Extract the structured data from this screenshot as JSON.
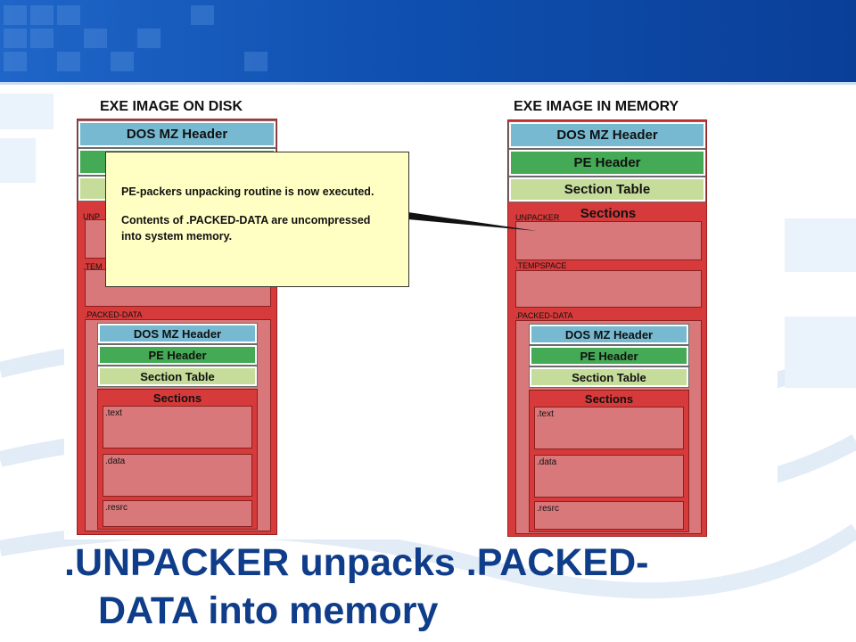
{
  "slide": {
    "title_line1": ".UNPACKER unpacks .PACKED-",
    "title_line2": "DATA into memory"
  },
  "colors": {
    "banner": "#0f50b0",
    "title": "#0f3d8a",
    "container_red": "#d63a3a",
    "box_pink": "#d9787a",
    "dos_header": "#76b9d1",
    "pe_header": "#44aa55",
    "section_table": "#c6dc9a",
    "callout_bg": "#ffffc4"
  },
  "disk": {
    "title": "EXE IMAGE ON DISK",
    "dos_header": "DOS MZ Header",
    "unpacker_label": "UNP",
    "tempspace_label": ".TEM",
    "packed_label": ".PACKED-DATA",
    "packed": {
      "dos_header": "DOS MZ Header",
      "pe_header": "PE Header",
      "section_table": "Section Table",
      "sections": "Sections",
      "text": ".text",
      "data": ".data",
      "resrc": ".resrc"
    }
  },
  "memory": {
    "title": "EXE IMAGE IN MEMORY",
    "dos_header": "DOS MZ Header",
    "pe_header": "PE Header",
    "section_table": "Section Table",
    "sections": "Sections",
    "unpacker_label": "UNPACKER",
    "tempspace_label": ".TEMPSPACE",
    "packed_label": ".PACKED-DATA",
    "packed": {
      "dos_header": "DOS MZ Header",
      "pe_header": "PE Header",
      "section_table": "Section Table",
      "sections": "Sections",
      "text": ".text",
      "data": ".data",
      "resrc": ".resrc"
    }
  },
  "callout": {
    "line1": "PE-packers unpacking routine is now executed.",
    "line2": "Contents of .PACKED-DATA are uncompressed",
    "line3": "into system memory."
  }
}
